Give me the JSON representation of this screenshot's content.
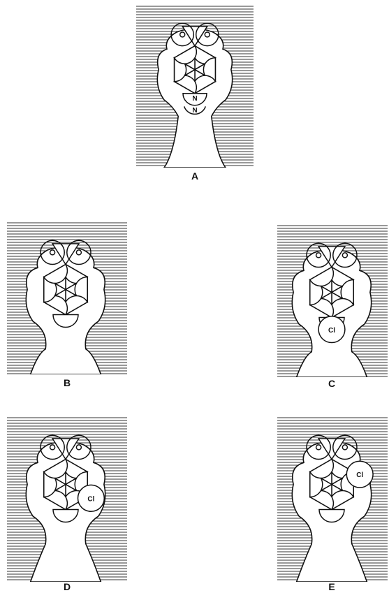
{
  "panels": [
    {
      "id": "A",
      "label": "A",
      "variant": "N",
      "substituents": [
        "N",
        "N"
      ]
    },
    {
      "id": "B",
      "label": "B",
      "variant": "plain",
      "substituents": []
    },
    {
      "id": "C",
      "label": "C",
      "variant": "bottom",
      "substituents": [
        "Cl"
      ]
    },
    {
      "id": "D",
      "label": "D",
      "variant": "lower-right",
      "substituents": [
        "Cl"
      ]
    },
    {
      "id": "E",
      "label": "E",
      "variant": "upper-right",
      "substituents": [
        "Cl"
      ]
    }
  ],
  "colors": {
    "ink": "#111111",
    "hatch": "#333333",
    "background": "#ffffff"
  }
}
